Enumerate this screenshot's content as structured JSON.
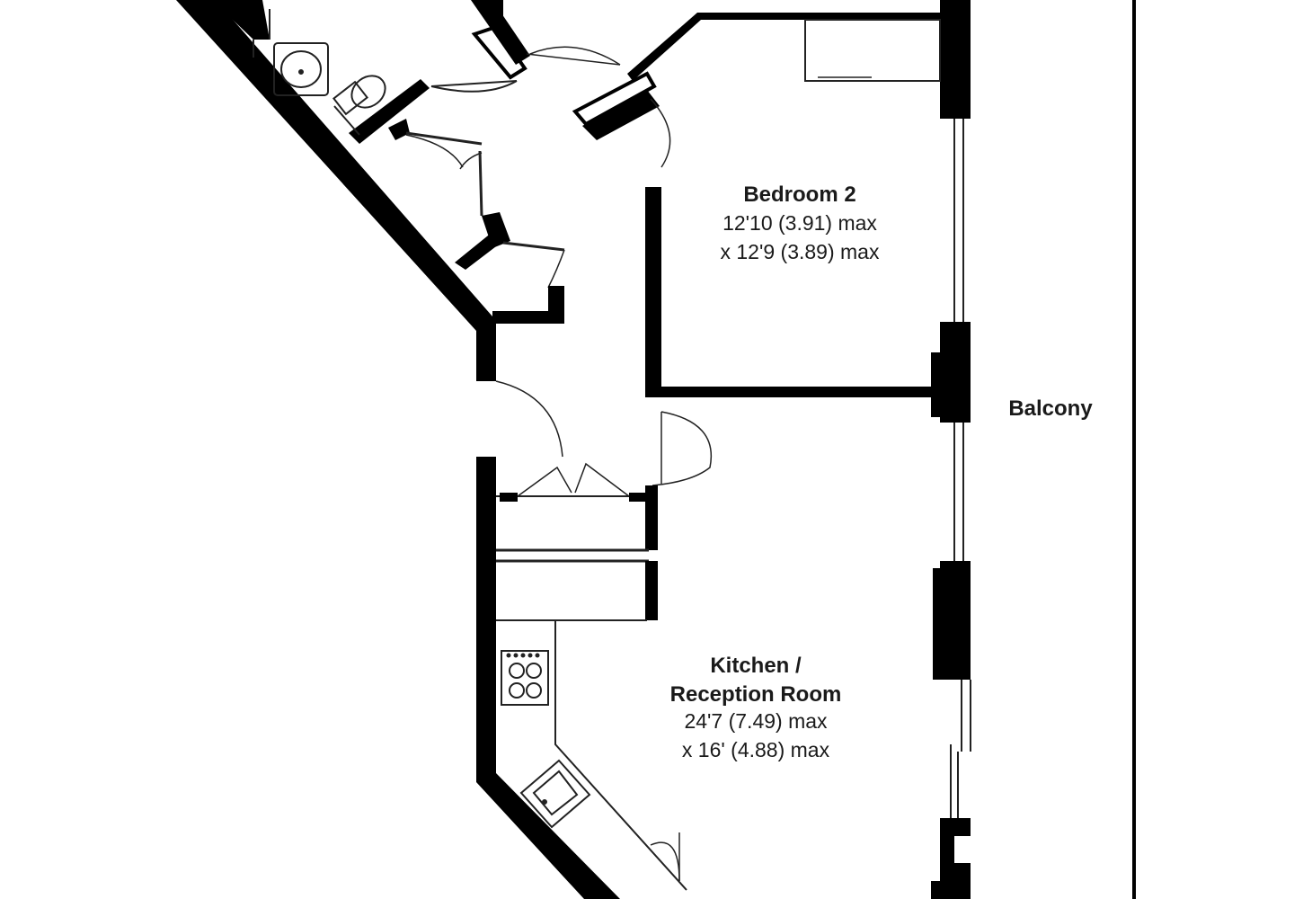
{
  "rooms": {
    "bedroom2": {
      "name": "Bedroom 2",
      "dim1": "12'10 (3.91) max",
      "dim2": "x 12'9 (3.89) max"
    },
    "kitchen": {
      "name1": "Kitchen /",
      "name2": "Reception Room",
      "dim1": "24'7 (7.49) max",
      "dim2": "x 16' (4.88) max"
    },
    "balcony": {
      "name": "Balcony"
    }
  },
  "colors": {
    "wall": "#000000",
    "line": "#222222",
    "background": "#ffffff"
  }
}
